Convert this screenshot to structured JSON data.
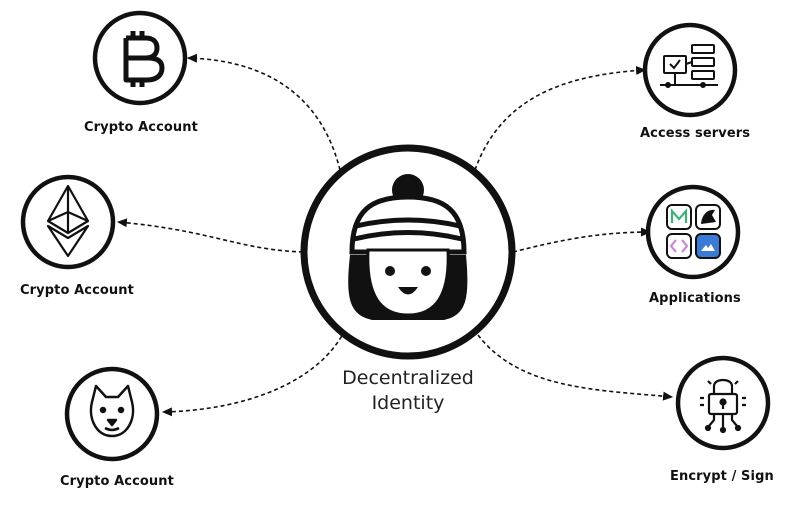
{
  "center": {
    "line1": "Decentralized",
    "line2": "Identity"
  },
  "nodes": {
    "bitcoin": {
      "label": "Crypto Account",
      "icon": "bitcoin-icon"
    },
    "ethereum": {
      "label": "Crypto Account",
      "icon": "ethereum-icon"
    },
    "doge": {
      "label": "Crypto Account",
      "icon": "doge-icon"
    },
    "servers": {
      "label": "Access servers",
      "icon": "server-network-icon"
    },
    "apps": {
      "label": "Applications",
      "icon": "app-grid-icon"
    },
    "encrypt": {
      "label": "Encrypt / Sign",
      "icon": "padlock-circuit-icon"
    }
  },
  "colors": {
    "stroke": "#111111",
    "accent_blue": "#3a7bd5",
    "accent_green": "#3bb37a",
    "accent_pink": "#c98ad8"
  }
}
